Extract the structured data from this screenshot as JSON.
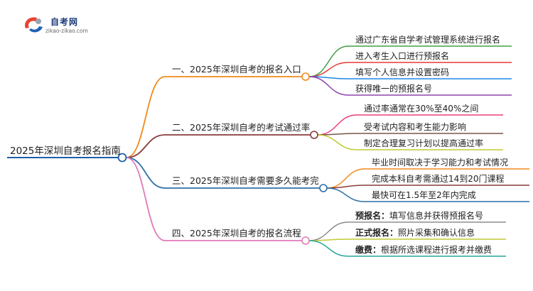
{
  "logo": {
    "title": "自考网",
    "url": "zikao-zikao.com",
    "colors": {
      "red": "#e8432f",
      "blue": "#1e61b7",
      "gray": "#9aa4b1"
    }
  },
  "root": {
    "label": "2025年深圳自考报名指南",
    "color": "#1d5fa8"
  },
  "branches": [
    {
      "label": "一、2025年深圳自考的报名入口",
      "color": "#f08a1c",
      "children": [
        {
          "label": "通过广东省自学考试管理系统进行报名",
          "color": "#43a047"
        },
        {
          "label": "进入考生入口进行预报名",
          "color": "#e53935"
        },
        {
          "label": "填写个人信息并设置密码",
          "color": "#1e88e5"
        },
        {
          "label": "获得唯一的预报名号",
          "color": "#8e44ad"
        }
      ]
    },
    {
      "label": "二、2025年深圳自考的考试通过率",
      "color": "#8a3b3b",
      "children": [
        {
          "label": "通过率通常在30%至40%之间",
          "color": "#ec407a"
        },
        {
          "label": "受考试内容和考生能力影响",
          "color": "#795548"
        },
        {
          "label": "制定合理复习计划以提高通过率",
          "color": "#c0ca33"
        }
      ]
    },
    {
      "label": "三、2025年深圳自考需要多久能考完",
      "color": "#2e6fa8",
      "children": [
        {
          "label": "毕业时间取决于学习能力和考试情况",
          "color": "#f08a1c"
        },
        {
          "label": "完成本科自考需通过14到20门课程",
          "color": "#8a3b3b"
        },
        {
          "label": "最快可在1.5年至2年内完成",
          "color": "#2e6fa8"
        }
      ]
    },
    {
      "label": "四、2025年深圳自考的报名流程",
      "color": "#e07ab8",
      "children": [
        {
          "label_bold": "预报名：",
          "label": "填写信息并获得预报名号",
          "color": "#8d8d8d"
        },
        {
          "label_bold": "正式报名：",
          "label": "照片采集和确认信息",
          "color": "#c0ca33"
        },
        {
          "label_bold": "缴费：",
          "label": "根据所选课程进行报考并缴费",
          "color": "#26a69a"
        }
      ]
    }
  ]
}
